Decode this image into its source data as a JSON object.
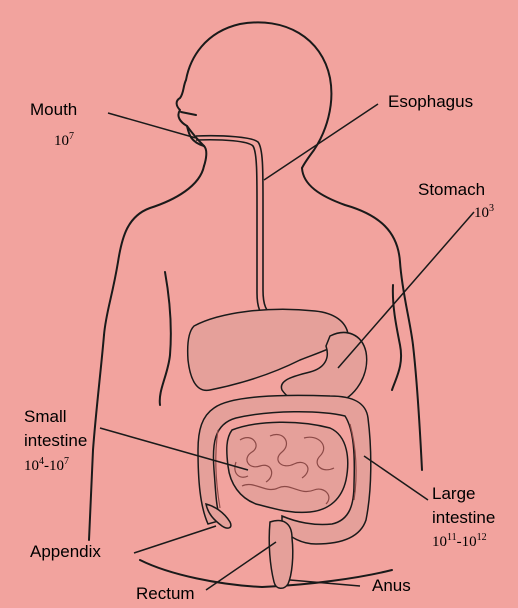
{
  "colors": {
    "background": "#f2a39e",
    "outline": "#1a1a1a",
    "organ_fill": "#e5a09a",
    "organ_shade": "#8c4a47"
  },
  "labels": {
    "mouth": "Mouth",
    "esophagus": "Esophagus",
    "stomach": "Stomach",
    "small_intestine_line1": "Small",
    "small_intestine_line2": "intestine",
    "large_intestine_line1": "Large",
    "large_intestine_line2": "intestine",
    "appendix": "Appendix",
    "rectum": "Rectum",
    "anus": "Anus"
  },
  "counts": {
    "mouth": {
      "base": "10",
      "exp": "7"
    },
    "stomach": {
      "base": "10",
      "exp": "3"
    },
    "small_intestine": {
      "base1": "10",
      "exp1": "4",
      "base2": "-10",
      "exp2": "7"
    },
    "large_intestine": {
      "base1": "10",
      "exp1": "11",
      "base2": "-10",
      "exp2": "12"
    }
  }
}
